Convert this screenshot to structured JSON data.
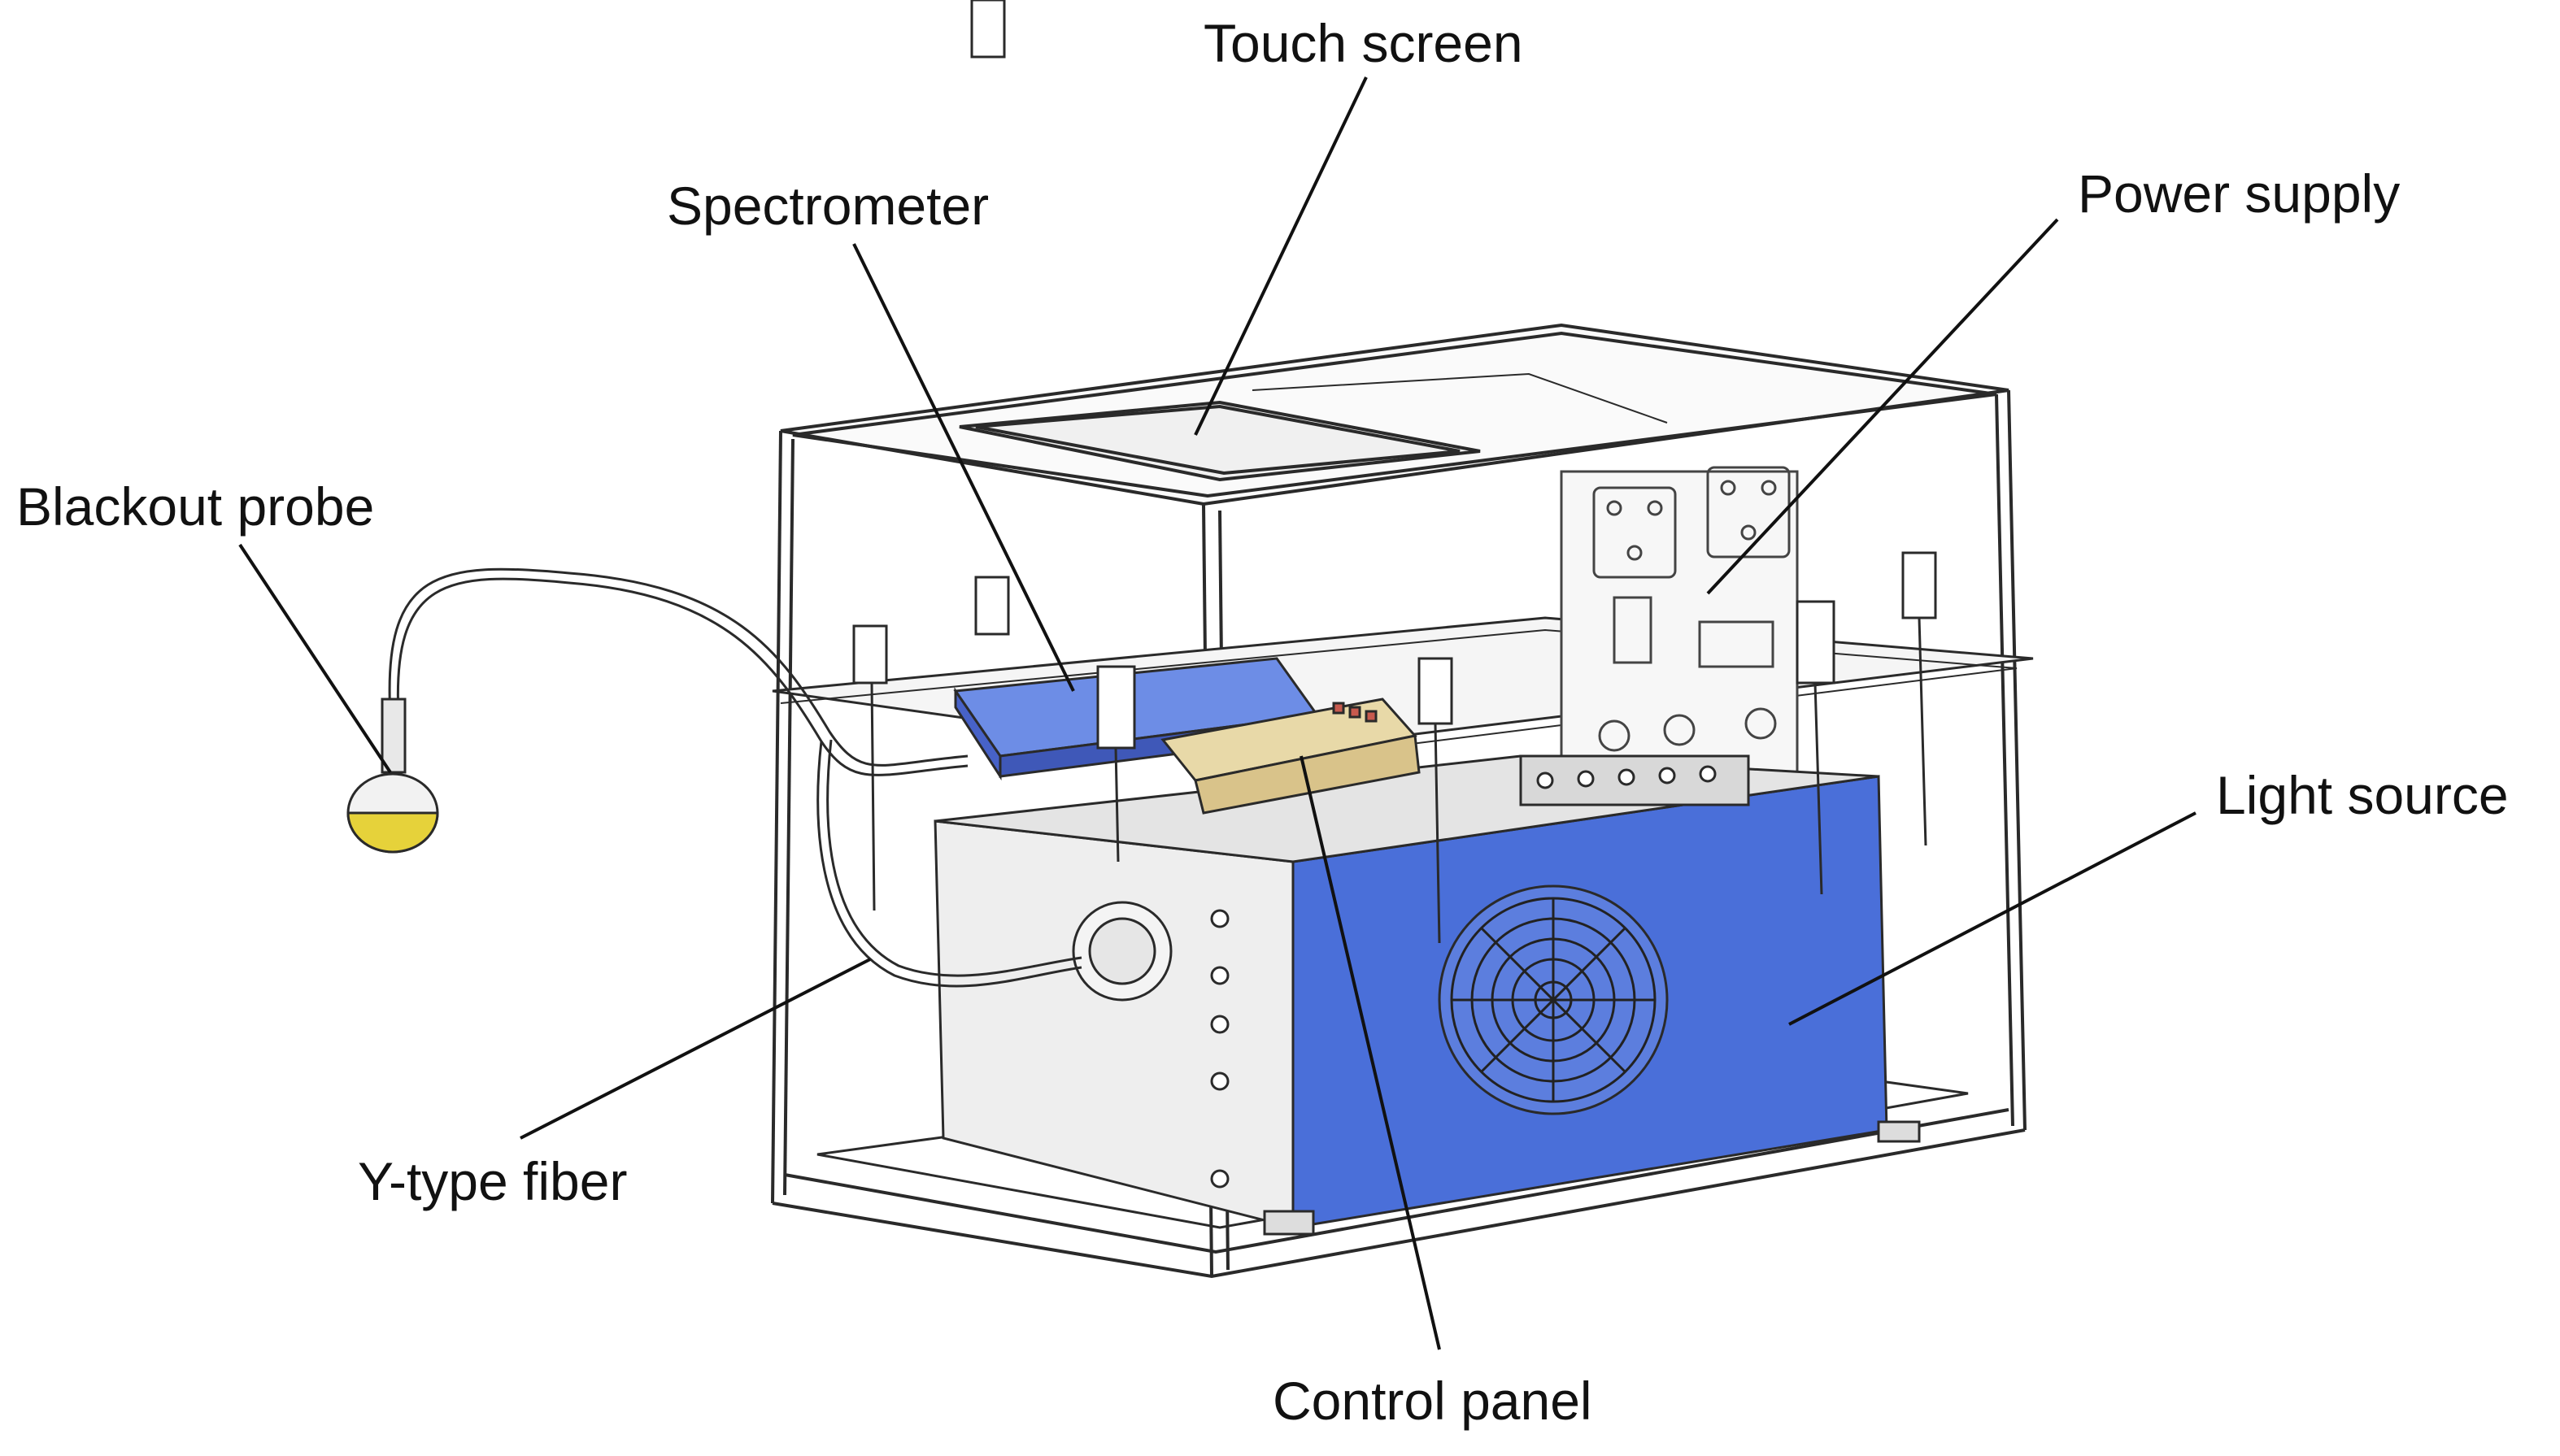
{
  "labels": {
    "touch_screen": "Touch screen",
    "spectrometer": "Spectrometer",
    "power_supply": "Power supply",
    "blackout_probe": "Blackout probe",
    "light_source": "Light source",
    "y_type_fiber": "Y-type fiber",
    "control_panel": "Control panel"
  },
  "colors": {
    "component_blue": "#4a6fd9",
    "spectrometer_blue": "#5a7de0",
    "probe_yellow": "#e6d23a",
    "outline": "#2a2a2a"
  }
}
